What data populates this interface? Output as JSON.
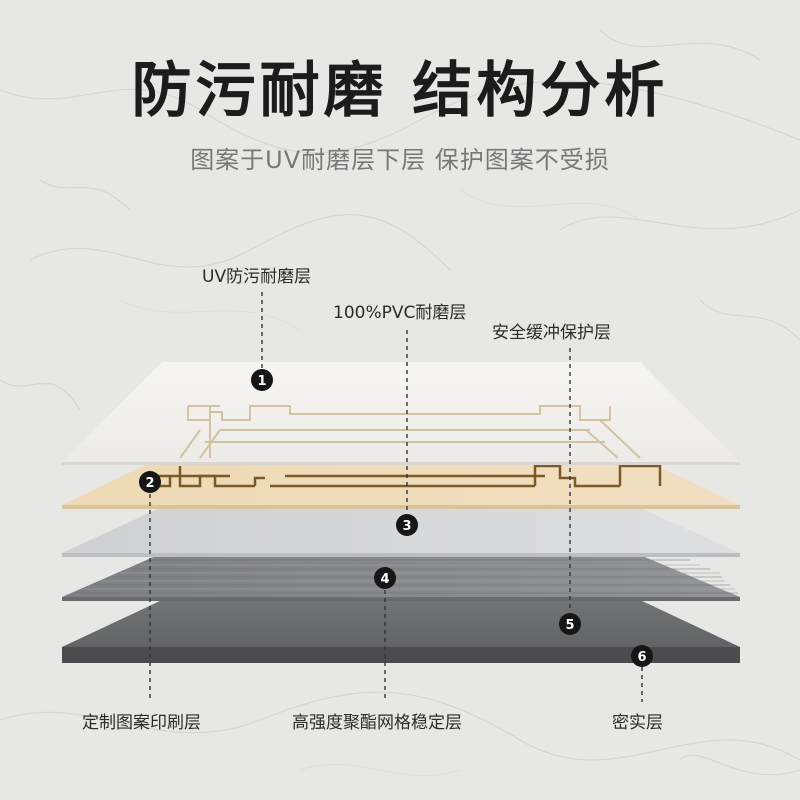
{
  "title": "防污耐磨 结构分析",
  "subtitle": "图案于UV耐磨层下层  保护图案不受损",
  "colors": {
    "background": "#e6e6e4",
    "uv_layer": "#f3f1ed",
    "print_layer": "#ecd9b7",
    "pvc_layer": "#d6d6d8",
    "mesh_layer": "#8a8a8c",
    "cushion_layer": "#6e6e70",
    "dense_layer": "#555557",
    "pattern_line": "#8a6a3a"
  },
  "layers": [
    {
      "number": "1",
      "label": "UV防污耐磨层"
    },
    {
      "number": "2",
      "label": "定制图案印刷层"
    },
    {
      "number": "3",
      "label": "100%PVC耐磨层"
    },
    {
      "number": "4",
      "label": "高强度聚酯网格稳定层"
    },
    {
      "number": "5",
      "label": "安全缓冲保护层"
    },
    {
      "number": "6",
      "label": "密实层"
    }
  ]
}
